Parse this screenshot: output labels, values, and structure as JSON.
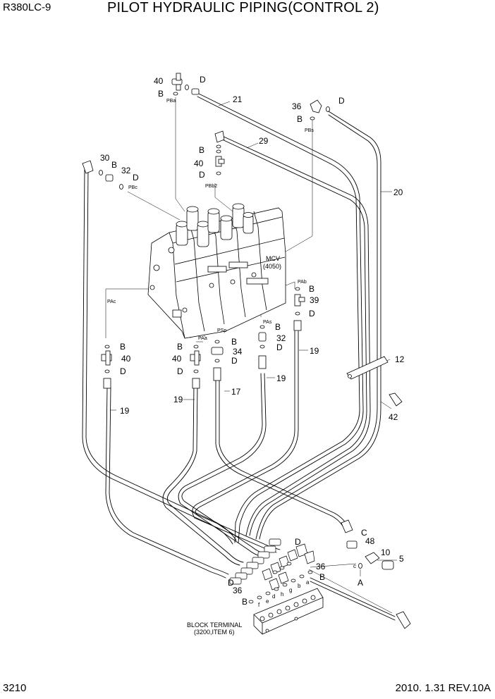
{
  "header": {
    "model": "R380LC-9",
    "title": "PILOT HYDRAULIC PIPING(CONTROL 2)"
  },
  "footer": {
    "page": "3210",
    "revision": "2010. 1.31  REV.10A"
  },
  "diagram": {
    "mcv_label": [
      "MCV",
      "(4050)"
    ],
    "block_terminal_label": [
      "BLOCK TERMINAL",
      "(3200,ITEM 6)"
    ],
    "port_labels": [
      "PBa",
      "PBs",
      "PBb2",
      "PBc",
      "PAc",
      "PAa",
      "PSp",
      "PAs",
      "PAb"
    ],
    "part_numbers": [
      "40",
      "D",
      "B",
      "21",
      "36",
      "D",
      "B",
      "29",
      "B",
      "40",
      "D",
      "30",
      "B",
      "32",
      "D",
      "20",
      "B",
      "39",
      "D",
      "B",
      "32",
      "D",
      "19",
      "B",
      "40",
      "D",
      "B",
      "40",
      "D",
      "B",
      "34",
      "D",
      "19",
      "17",
      "19",
      "12",
      "42",
      "C",
      "48",
      "10",
      "5",
      "A",
      "D",
      "36",
      "B",
      "D",
      "36",
      "B",
      "19"
    ],
    "block_letters": [
      "f",
      "e",
      "d",
      "h",
      "g",
      "b",
      "a",
      "c"
    ]
  }
}
